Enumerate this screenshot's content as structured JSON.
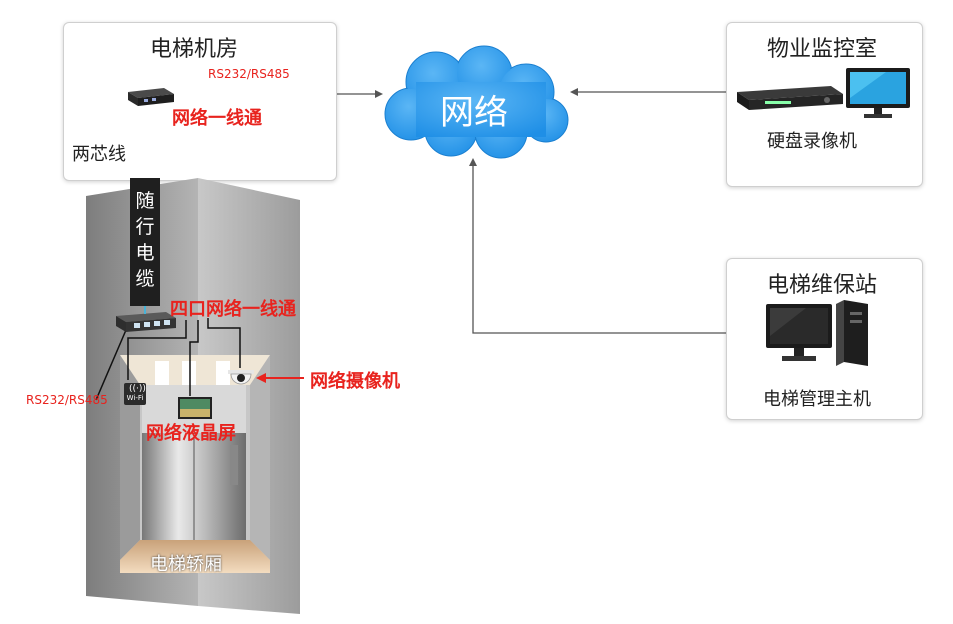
{
  "machine_room": {
    "title": "电梯机房",
    "protocol_label": "RS232/RS485",
    "device_label": "网络一线通",
    "wire_label": "两芯线"
  },
  "travel_cable": {
    "chars": [
      "随",
      "行",
      "电",
      "缆"
    ]
  },
  "elevator": {
    "switch_label": "四口网络一线通",
    "camera_label": "网络摄像机",
    "screen_label": "网络液晶屏",
    "wifi_label": "Wi-Fi",
    "protocol_label": "RS232/RS485",
    "car_label": "电梯轿厢"
  },
  "network": {
    "label": "网络"
  },
  "monitor_room": {
    "title": "物业监控室",
    "device_label": "硬盘录像机"
  },
  "maintenance_station": {
    "title": "电梯维保站",
    "device_label": "电梯管理主机"
  },
  "colors": {
    "red_text": "#e8231e",
    "cloud_blue": "#1f8fe6",
    "box_border": "#cfcfcf",
    "shaft_gray": "#9a9a9a"
  }
}
